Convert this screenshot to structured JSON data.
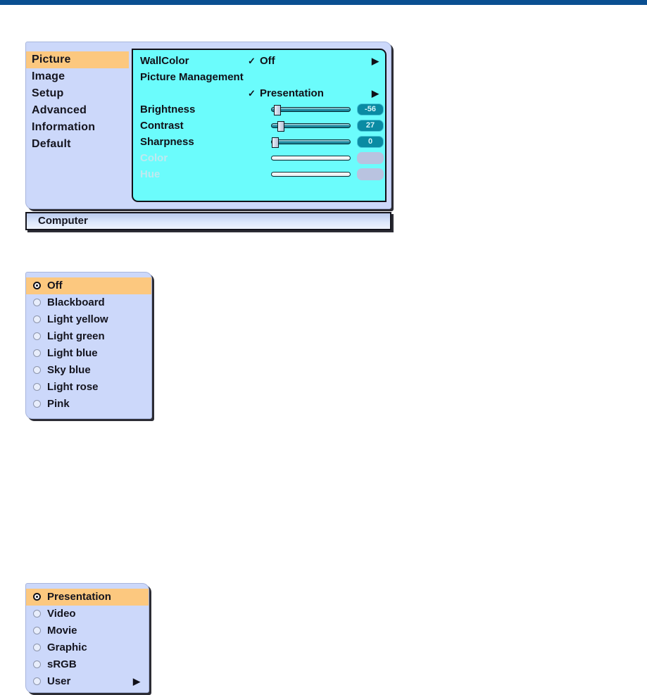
{
  "page": {
    "top_rule_color": "#0a4f91",
    "accent_highlight": "#fcc87f",
    "panel_background": "#ccd8fa",
    "pane_background": "#6bfcfc",
    "value_box_color": "#0a8ba3"
  },
  "main_menu": {
    "sidebar": {
      "items": [
        {
          "label": "Picture",
          "selected": true
        },
        {
          "label": "Image",
          "selected": false
        },
        {
          "label": "Setup",
          "selected": false
        },
        {
          "label": "Advanced",
          "selected": false
        },
        {
          "label": "Information",
          "selected": false
        },
        {
          "label": "Default",
          "selected": false
        }
      ]
    },
    "rows": [
      {
        "label": "WallColor",
        "check": "✓",
        "value": "Off",
        "arrow": "▶",
        "type": "choice",
        "enabled": true
      },
      {
        "label": "Picture Management",
        "check": "",
        "value": "",
        "arrow": "",
        "type": "heading",
        "enabled": true
      },
      {
        "label": "",
        "check": "✓",
        "value": "Presentation",
        "arrow": "▶",
        "type": "choice",
        "enabled": true
      },
      {
        "label": "Brightness",
        "type": "slider",
        "value": "-56",
        "knob_percent": 4,
        "enabled": true
      },
      {
        "label": "Contrast",
        "type": "slider",
        "value": "27",
        "knob_percent": 9,
        "enabled": true
      },
      {
        "label": "Sharpness",
        "type": "slider",
        "value": "0",
        "knob_percent": 1,
        "enabled": true
      },
      {
        "label": "Color",
        "type": "slider",
        "value": "",
        "knob_percent": 0,
        "enabled": false
      },
      {
        "label": "Hue",
        "type": "slider",
        "value": "",
        "knob_percent": 0,
        "enabled": false
      }
    ]
  },
  "source_bar": {
    "label": "Computer"
  },
  "wallcolor_list": {
    "items": [
      {
        "label": "Off",
        "selected": true,
        "submenu": false
      },
      {
        "label": "Blackboard",
        "selected": false,
        "submenu": false
      },
      {
        "label": "Light yellow",
        "selected": false,
        "submenu": false
      },
      {
        "label": "Light green",
        "selected": false,
        "submenu": false
      },
      {
        "label": "Light blue",
        "selected": false,
        "submenu": false
      },
      {
        "label": "Sky blue",
        "selected": false,
        "submenu": false
      },
      {
        "label": "Light rose",
        "selected": false,
        "submenu": false
      },
      {
        "label": "Pink",
        "selected": false,
        "submenu": false
      }
    ]
  },
  "picture_list": {
    "submenu_arrow": "▶",
    "items": [
      {
        "label": "Presentation",
        "selected": true,
        "submenu": false
      },
      {
        "label": "Video",
        "selected": false,
        "submenu": false
      },
      {
        "label": "Movie",
        "selected": false,
        "submenu": false
      },
      {
        "label": "Graphic",
        "selected": false,
        "submenu": false
      },
      {
        "label": "sRGB",
        "selected": false,
        "submenu": false
      },
      {
        "label": "User",
        "selected": false,
        "submenu": true
      }
    ]
  }
}
